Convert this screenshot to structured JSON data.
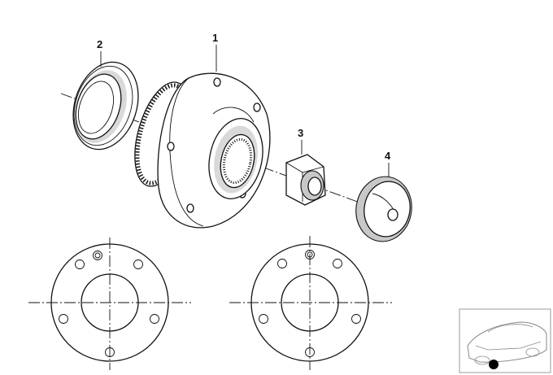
{
  "callouts": [
    {
      "id": "1",
      "label": "1"
    },
    {
      "id": "2",
      "label": "2"
    },
    {
      "id": "3",
      "label": "3"
    },
    {
      "id": "4",
      "label": "4"
    }
  ],
  "icons": {
    "vehicle_thumbnail": "car-location-icon",
    "location_marker": "black-dot-marker"
  }
}
